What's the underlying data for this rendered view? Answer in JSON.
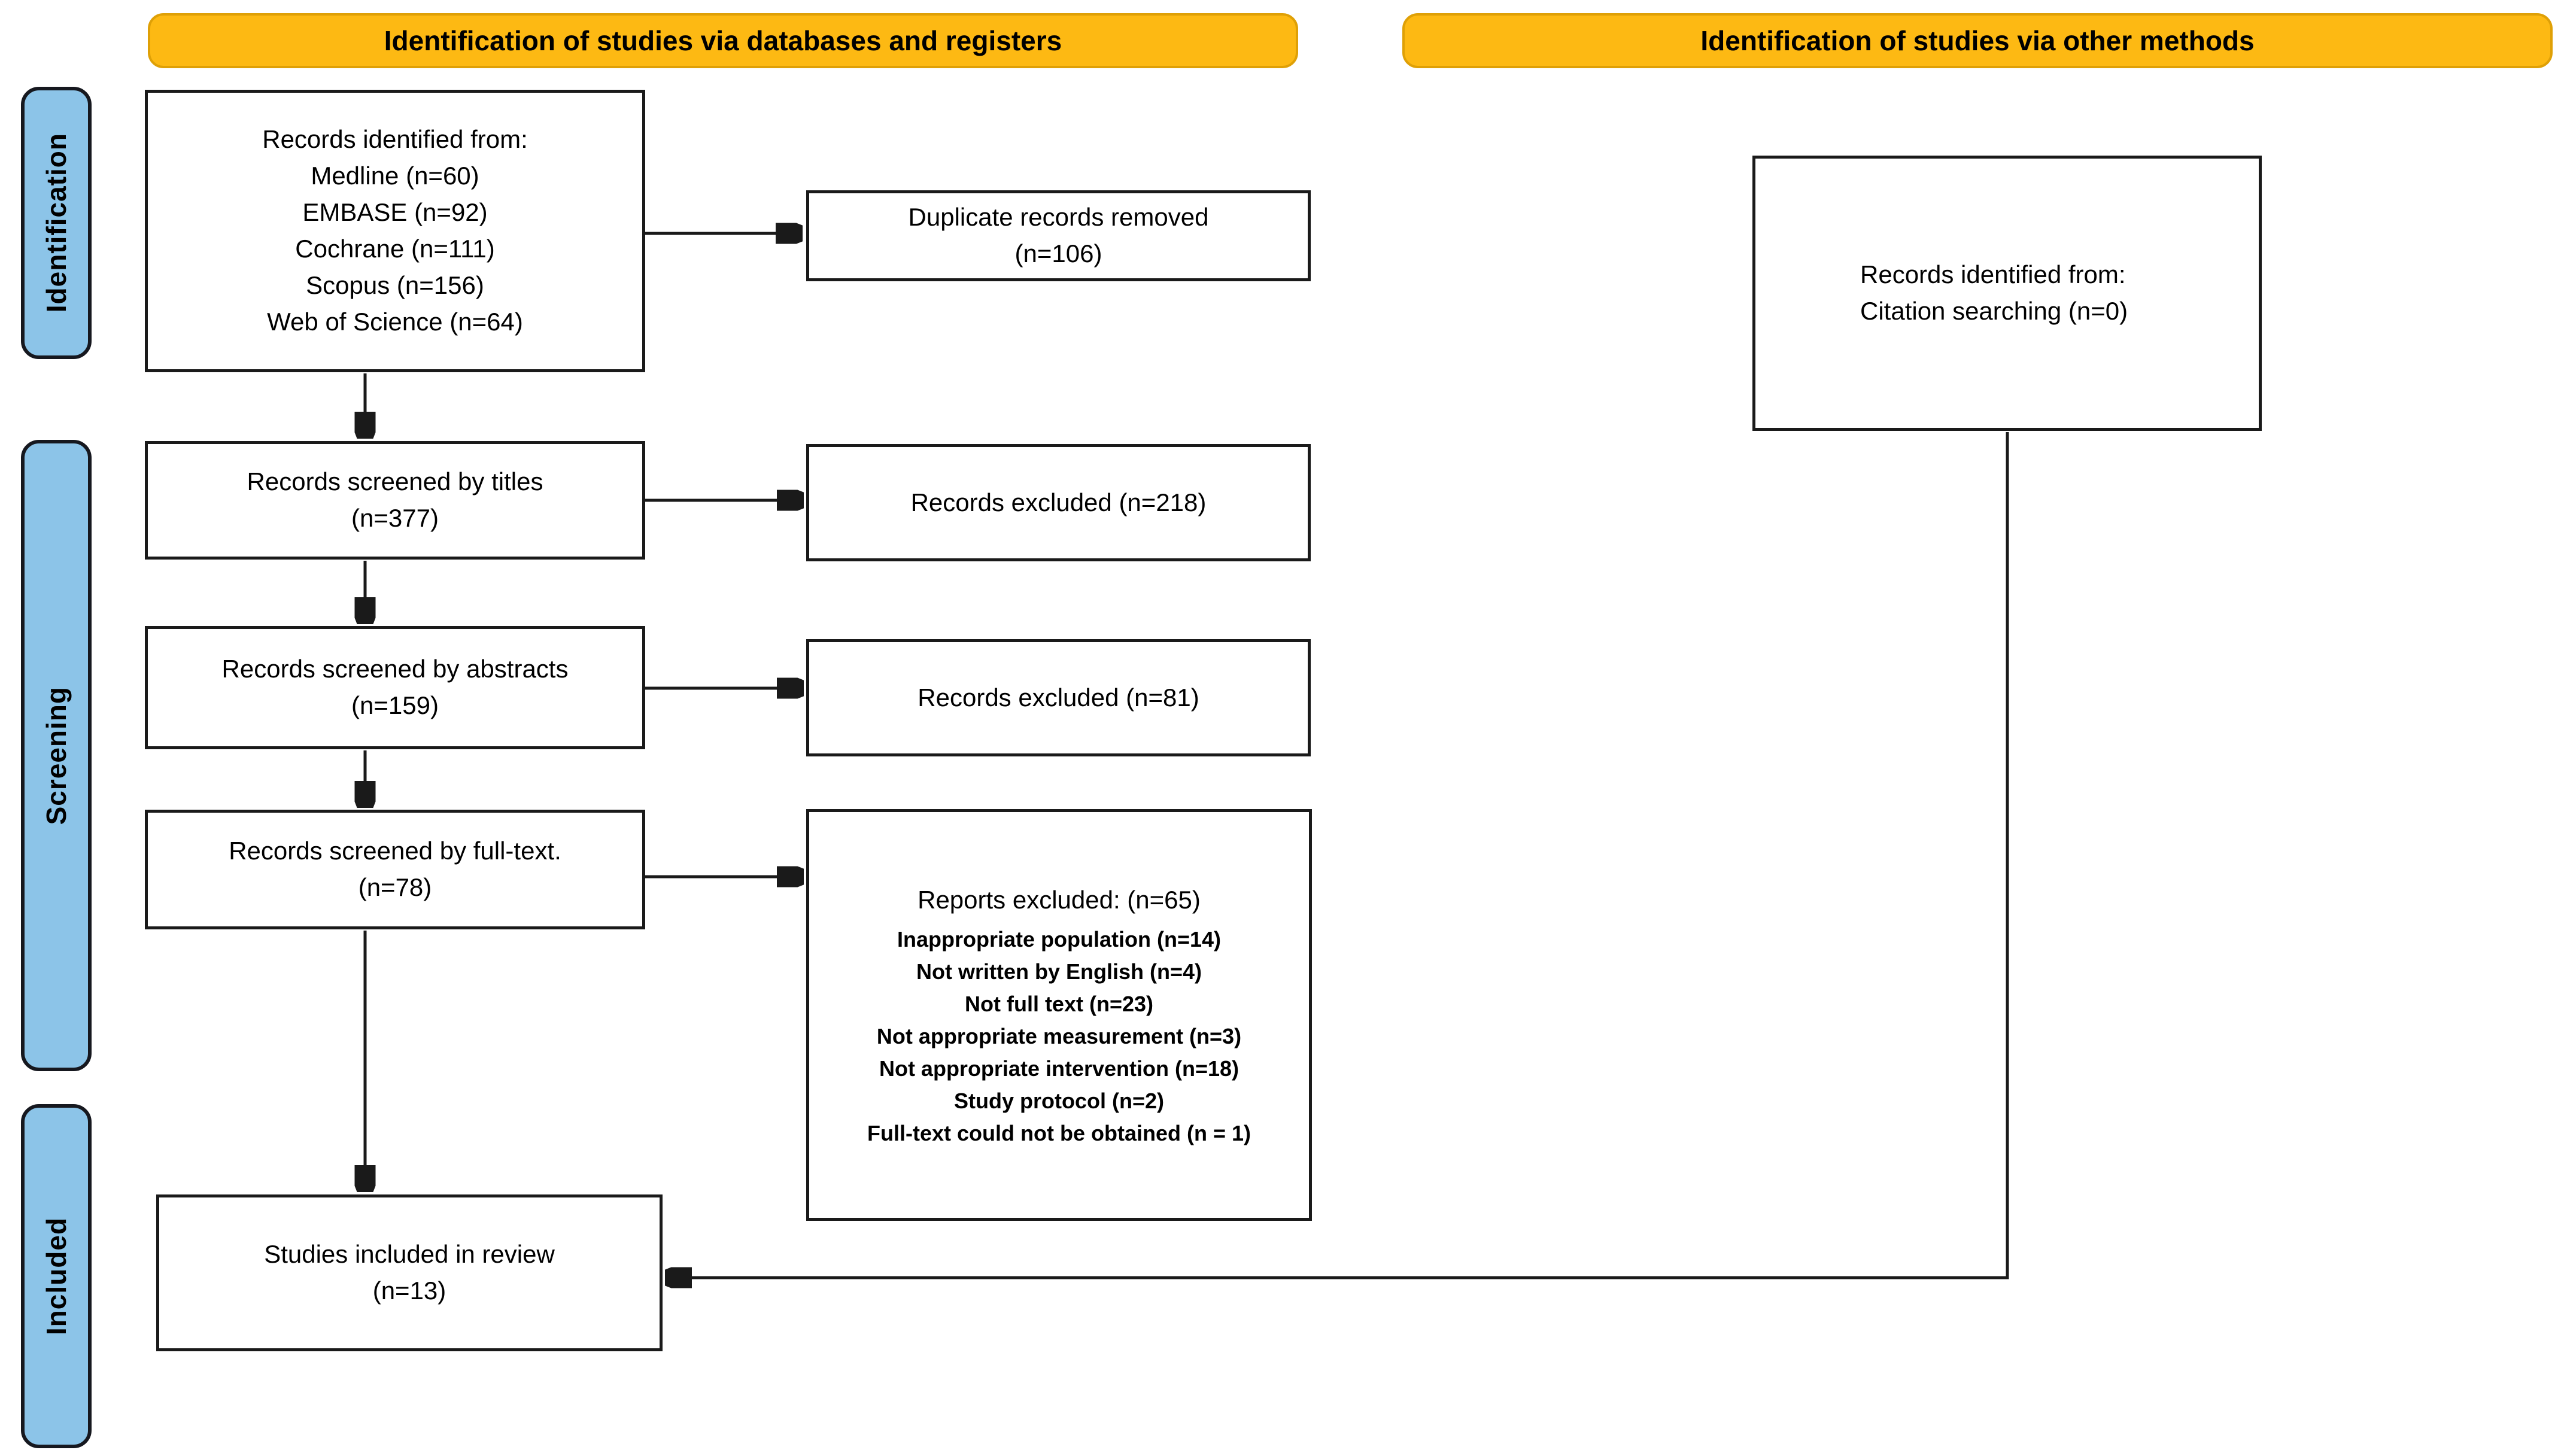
{
  "banners": {
    "databases": "Identification of studies via databases and registers",
    "other_methods": "Identification of studies via other methods"
  },
  "stages": [
    {
      "label": "Identification"
    },
    {
      "label": "Screening"
    },
    {
      "label": "Included"
    }
  ],
  "boxes": {
    "records_identified": {
      "lines": [
        "Records identified from:",
        "Medline (n=60)",
        "EMBASE (n=92)",
        "Cochrane (n=111)",
        "Scopus (n=156)",
        "Web of Science (n=64)"
      ]
    },
    "duplicates_removed": {
      "lines": [
        "Duplicate records removed",
        "(n=106)"
      ]
    },
    "screened_titles": {
      "lines": [
        "Records screened by titles",
        "(n=377)"
      ]
    },
    "excluded_titles": {
      "lines": [
        "Records excluded (n=218)"
      ]
    },
    "screened_abstracts": {
      "lines": [
        "Records screened by abstracts",
        "(n=159)"
      ]
    },
    "excluded_abstracts": {
      "lines": [
        "Records excluded (n=81)"
      ]
    },
    "screened_fulltext": {
      "lines": [
        "Records screened by full-text.",
        "(n=78)"
      ]
    },
    "reports_excluded": {
      "lines": [
        "Reports excluded: (n=65)",
        "Inappropriate population (n=14)",
        "Not written by English (n=4)",
        "Not full text (n=23)",
        "Not appropriate measurement (n=3)",
        "Not appropriate intervention (n=18)",
        "Study protocol (n=2)",
        "Full-text could not be obtained (n = 1)"
      ]
    },
    "included_review": {
      "lines": [
        "Studies included in review",
        "(n=13)"
      ]
    },
    "citation_searching": {
      "lines": [
        "Records identified from:",
        "Citation searching (n=0)"
      ]
    }
  },
  "colors": {
    "banner": "#FDB913",
    "banner_border": "#DFA006",
    "stage_fill": "#8CC4E8",
    "stage_border": "#16181f",
    "box_border": "#1a1a1a",
    "arrow": "#1a1a1a"
  }
}
